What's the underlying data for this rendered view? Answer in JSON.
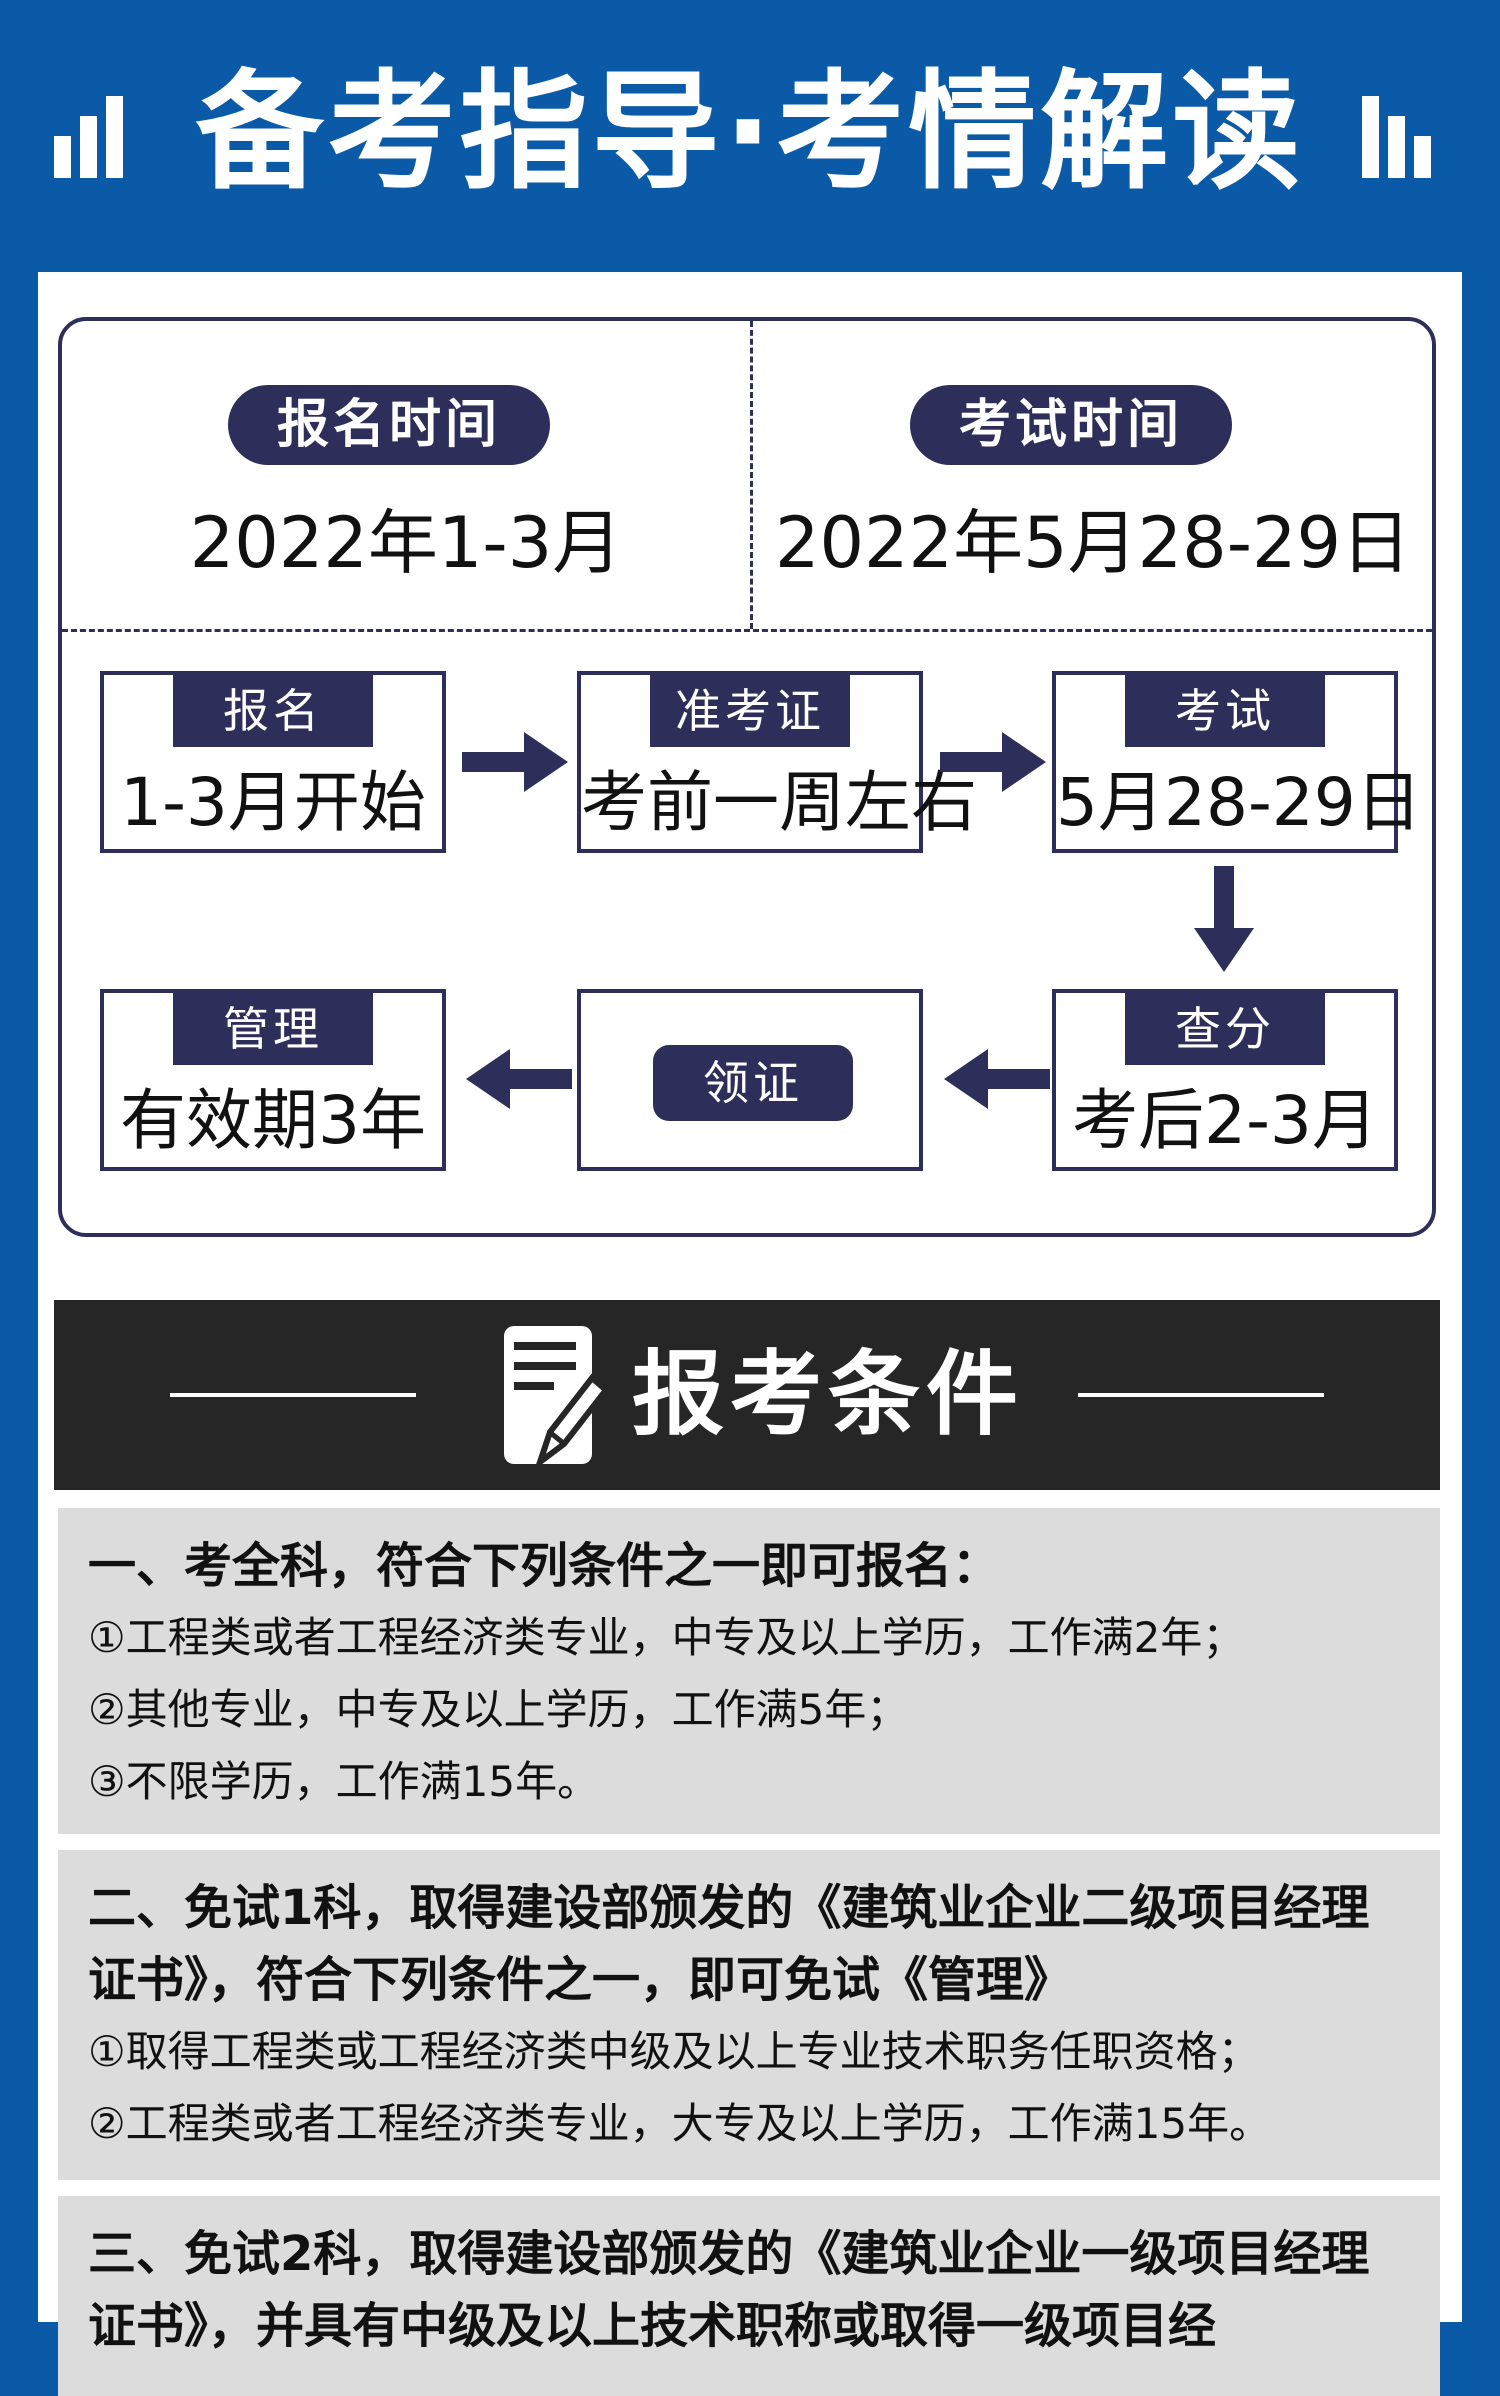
{
  "header": {
    "title": "备考指导·考情解读"
  },
  "schedule": {
    "registration": {
      "label": "报名时间",
      "date": "2022年1-3月"
    },
    "exam": {
      "label": "考试时间",
      "date": "2022年5月28-29日"
    }
  },
  "flow": {
    "steps": [
      {
        "tab": "报名",
        "value": "1-3月开始"
      },
      {
        "tab": "准考证",
        "value": "考前一周左右"
      },
      {
        "tab": "考试",
        "value": "5月28-29日"
      },
      {
        "tab": "查分",
        "value": "考后2-3月"
      },
      {
        "label": "领证"
      },
      {
        "tab": "管理",
        "value": "有效期3年"
      }
    ]
  },
  "conditions": {
    "title": "报考条件",
    "sections": [
      {
        "heading": "一、考全科，符合下列条件之一即可报名：",
        "items": [
          "①工程类或者工程经济类专业，中专及以上学历，工作满2年；",
          "②其他专业，中专及以上学历，工作满5年；",
          "③不限学历，工作满15年。"
        ]
      },
      {
        "heading": "二、免试1科，取得建设部颁发的《建筑业企业二级项目经理证书》，符合下列条件之一，即可免试《管理》",
        "items": [
          "①取得工程类或工程经济类中级及以上专业技术职务任职资格；",
          "②工程类或者工程经济类专业，大专及以上学历，工作满15年。"
        ]
      },
      {
        "heading": "三、免试2科，取得建设部颁发的《建筑业企业一级项目经理证书》，并具有中级及以上技术职称或取得一级项目经"
      }
    ]
  },
  "colors": {
    "background": "#0a5aa8",
    "navy": "#2d2f5a",
    "dark": "#262626",
    "panel": "#dcdcdc"
  }
}
